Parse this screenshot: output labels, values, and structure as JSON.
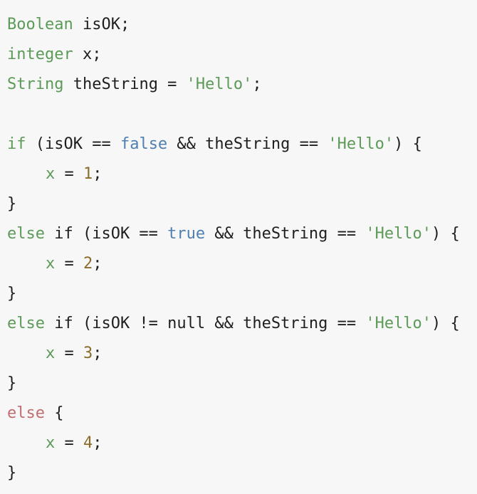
{
  "code": {
    "line1": {
      "type": "Boolean",
      "rest": " isOK;"
    },
    "line2": {
      "type": "integer",
      "rest": " x;"
    },
    "line3": {
      "type": "String",
      "mid": " theString = ",
      "str": "'Hello'",
      "end": ";"
    },
    "line5": {
      "kw": "if",
      "a": " (isOK == ",
      "bool": "false",
      "b": " && theString == ",
      "str": "'Hello'",
      "c": ") {"
    },
    "line6": {
      "var": "x",
      "eq": " = ",
      "num": "1",
      "end": ";"
    },
    "line7": {
      "brace": "}"
    },
    "line8": {
      "kw": "else",
      "a": " if (isOK == ",
      "bool": "true",
      "b": " && theString == ",
      "str": "'Hello'",
      "c": ") {"
    },
    "line9": {
      "var": "x",
      "eq": " = ",
      "num": "2",
      "end": ";"
    },
    "line10": {
      "brace": "}"
    },
    "line11": {
      "kw": "else",
      "a": " if (isOK != null && theString == ",
      "str": "'Hello'",
      "c": ") {"
    },
    "line12": {
      "var": "x",
      "eq": " = ",
      "num": "3",
      "end": ";"
    },
    "line13": {
      "brace": "}"
    },
    "line14": {
      "kw": "else",
      "a": " {"
    },
    "line15": {
      "var": "x",
      "eq": " = ",
      "num": "4",
      "end": ";"
    },
    "line16": {
      "brace": "}"
    }
  },
  "colors": {
    "background": "#f7f7f7",
    "type_green": "#5c9a58",
    "bool_blue": "#4f7fb0",
    "number_brown": "#8a6d2a",
    "else_red": "#c06e6e"
  }
}
